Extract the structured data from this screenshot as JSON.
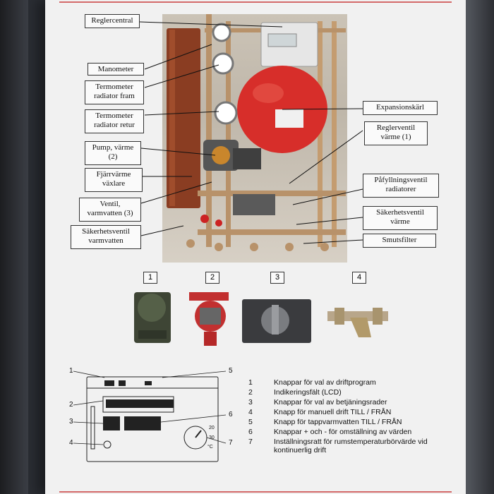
{
  "labels": {
    "reglercentral": "Reglercentral",
    "manometer": "Manometer",
    "termometer_fram": "Termometer radiator fram",
    "termometer_retur": "Termometer radiator retur",
    "pump": "Pump, värme (2)",
    "fjarrvarme": "Fjärrvärme växlare",
    "ventil_varmvatten": "Ventil, varmvatten (3)",
    "sakerhet_varmvatten": "Säkerhetsventil varmvatten",
    "expansionskarl": "Expansionskärl",
    "reglerventil": "Reglerventil värme (1)",
    "pafyllning": "Påfyllningsventil radiatorer",
    "sakerhet_varme": "Säkerhetsventil värme",
    "smutsfilter": "Smutsfilter"
  },
  "components": [
    "1",
    "2",
    "3",
    "4"
  ],
  "diagram_numbers": [
    "1",
    "2",
    "3",
    "4",
    "5",
    "6",
    "7"
  ],
  "legend": [
    {
      "n": "1",
      "t": "Knappar för val av driftprogram"
    },
    {
      "n": "2",
      "t": "Indikeringsfält (LCD)"
    },
    {
      "n": "3",
      "t": "Knappar för val av betjäningsrader"
    },
    {
      "n": "4",
      "t": "Knapp för manuell drift TILL / FRÅN"
    },
    {
      "n": "5",
      "t": "Knapp för tappvarmvatten TILL / FRÅN"
    },
    {
      "n": "6",
      "t": "Knappar + och - för omställning av värden"
    },
    {
      "n": "7",
      "t": "Inställningsratt för rumstemperaturbörvärde vid kontinuerlig drift"
    }
  ],
  "dial_marks": [
    "20",
    "30",
    "°C"
  ]
}
